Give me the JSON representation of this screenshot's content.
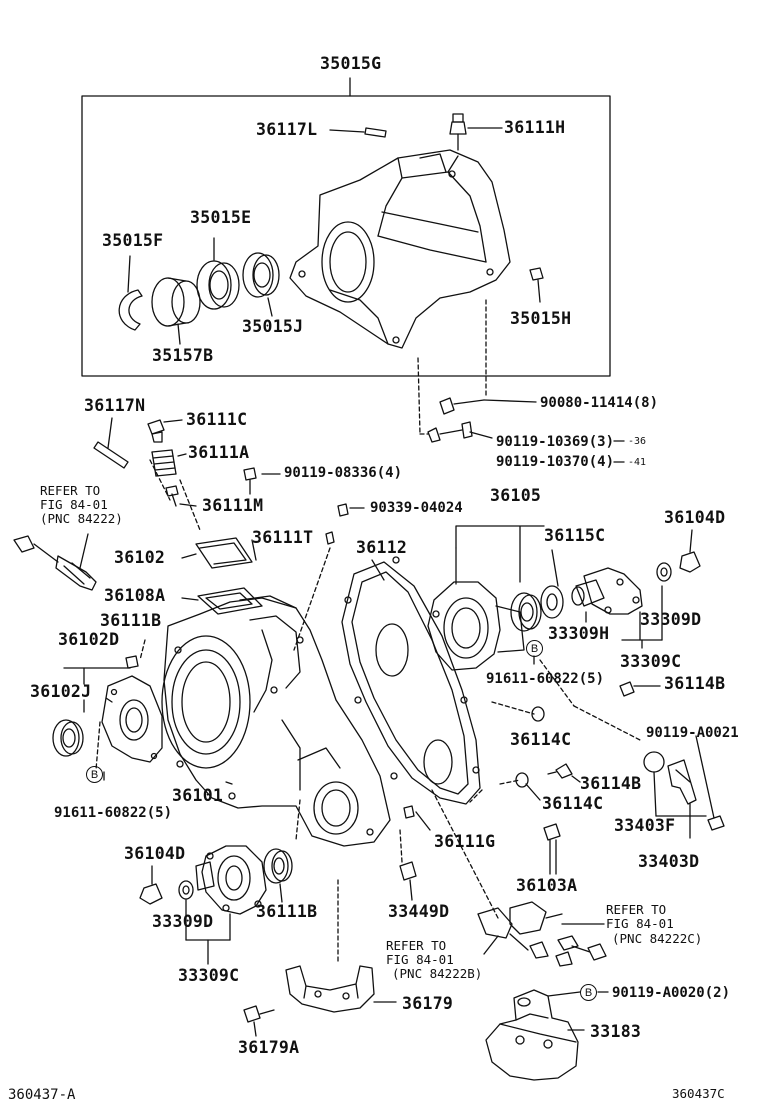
{
  "title_part": "35015G",
  "parts": {
    "p36117L": "36117L",
    "p36111H": "36111H",
    "p35015E": "35015E",
    "p35015F": "35015F",
    "p35015H": "35015H",
    "p35015J": "35015J",
    "p35157B": "35157B",
    "p36117N": "36117N",
    "p36111C": "36111C",
    "p36111A": "36111A",
    "p90119_08336": "90119-08336(4)",
    "p90080_11414": "90080-11414(8)",
    "p90119_10369": "90119-10369(3)",
    "p90119_10370": "90119-10370(4)",
    "p36111M": "36111M",
    "p90339_04024": "90339-04024",
    "p36105": "36105",
    "p36104D_top": "36104D",
    "p36115C": "36115C",
    "p36102": "36102",
    "p36111T": "36111T",
    "p36112": "36112",
    "p36108A": "36108A",
    "p36111B_top": "36111B",
    "p33309H": "33309H",
    "p33309D_top": "33309D",
    "p36102D": "36102D",
    "p33309C_top": "33309C",
    "p36102J": "36102J",
    "p91611_60822_top": "91611-60822(5)",
    "p36114B_top": "36114B",
    "p36114C_top": "36114C",
    "p90119_A0021": "90119-A0021",
    "p36114B_mid": "36114B",
    "p36101": "36101",
    "p36114C_mid": "36114C",
    "p33403F": "33403F",
    "p91611_60822_bot": "91611-60822(5)",
    "p36111G": "36111G",
    "p33403D": "33403D",
    "p36104D_bot": "36104D",
    "p36103A": "36103A",
    "p36111B_bot": "36111B",
    "p33449D": "33449D",
    "p33309D_bot": "33309D",
    "p33309C_bot": "33309C",
    "p36179": "36179",
    "p90119_A0020": "90119-A0020(2)",
    "p33183": "33183",
    "p36179A": "36179A"
  },
  "ranges": {
    "r36_a": "-36",
    "r41": "-41"
  },
  "refs": {
    "ref1": {
      "line1": "REFER TO",
      "line2": "FIG 84-01",
      "line3": "(PNC 84222)"
    },
    "ref2": {
      "line1": "REFER TO",
      "line2": "FIG 84-01",
      "line3": "(PNC 84222C)"
    },
    "ref3": {
      "line1": "REFER TO",
      "line2": "FIG 84-01",
      "line3": "(PNC 84222B)"
    }
  },
  "marker_letter": "B",
  "footer": {
    "left_code": "360437-A",
    "right_code": "360437C"
  }
}
